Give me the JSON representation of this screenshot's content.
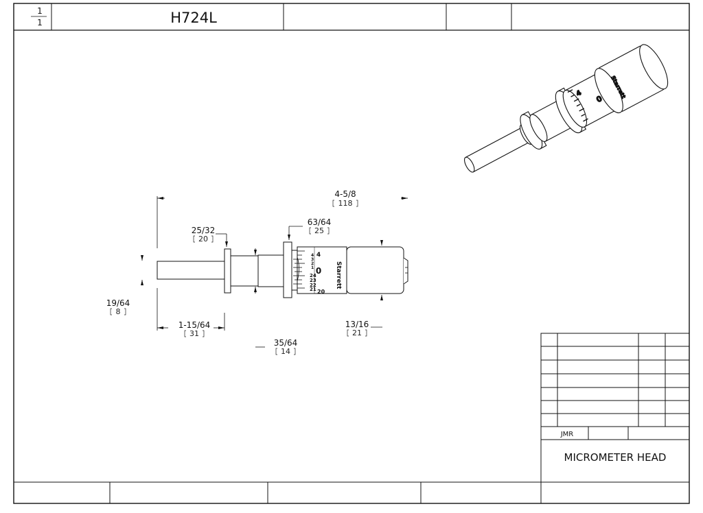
{
  "header": {
    "sheet_num": "1",
    "sheet_total": "1",
    "part_number": "H724L"
  },
  "dimensions": {
    "overall": {
      "inch": "4-5/8",
      "mm": "118"
    },
    "thimble_dia": {
      "inch": "25/32",
      "mm": "20"
    },
    "flange_dia": {
      "inch": "63/64",
      "mm": "25"
    },
    "spindle_dia": {
      "inch": "19/64",
      "mm": "8"
    },
    "spindle_to_flange": {
      "inch": "1-15/64",
      "mm": "31"
    },
    "flange_to_flange": {
      "inch": "35/64",
      "mm": "14"
    },
    "barrel_dia": {
      "inch": "13/16",
      "mm": "21"
    }
  },
  "markings": {
    "brand": "Starrett",
    "zero": "0",
    "sleeve_nums": [
      "4",
      "3",
      "2",
      "1"
    ],
    "thimble_nums": [
      "24",
      "23",
      "22",
      "21",
      "20"
    ]
  },
  "title_block": {
    "drawn_by": "JMR",
    "title": "MICROMETER HEAD"
  },
  "colors": {
    "line": "#111111",
    "background": "#ffffff"
  }
}
